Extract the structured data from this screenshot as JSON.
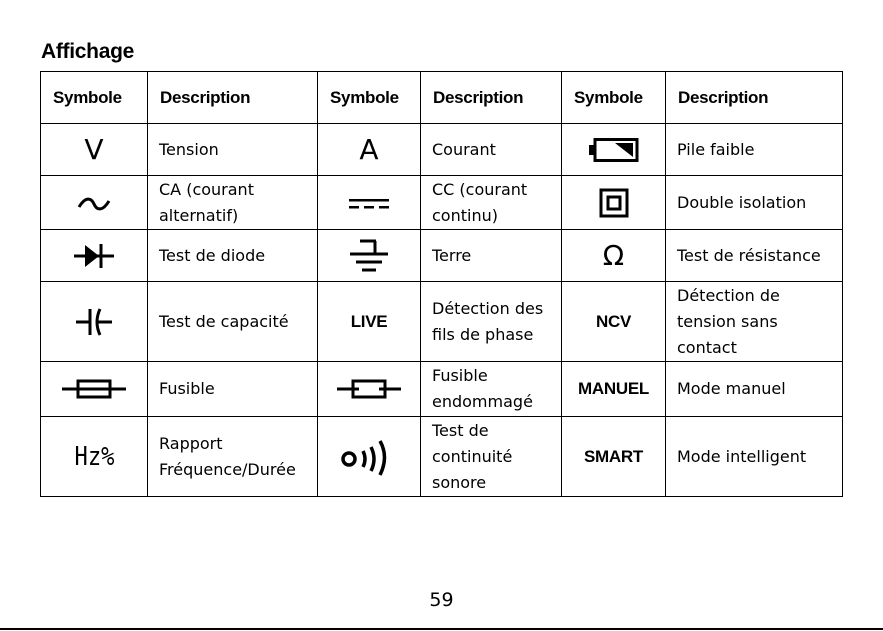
{
  "title": "Affichage",
  "headers": [
    "Symbole",
    "Description",
    "Symbole",
    "Description",
    "Symbole",
    "Description"
  ],
  "rows": [
    {
      "s1": "V",
      "d1": "Tension",
      "s2": "A",
      "d2": "Courant",
      "s3": "low-battery-icon",
      "d3": "Pile faible"
    },
    {
      "s1": "ac-wave-icon",
      "d1": "CA (courant alternatif)",
      "s2": "dc-symbol-icon",
      "d2": "CC (courant continu)",
      "s3": "double-insulation-icon",
      "d3": "Double isolation"
    },
    {
      "s1": "diode-icon",
      "d1": "Test de diode",
      "s2": "ground-icon",
      "d2": "Terre",
      "s3": "Ω",
      "d3": "Test de résistance"
    },
    {
      "s1": "capacitor-icon",
      "d1": "Test de capacité",
      "s2": "LIVE",
      "d2": "Détection des fils de phase",
      "s3": "NCV",
      "d3": "Détection de tension sans contact"
    },
    {
      "s1": "fuse-icon",
      "d1": "Fusible",
      "s2": "blown-fuse-icon",
      "d2": "Fusible endommagé",
      "s3": "MANUEL",
      "d3": "Mode manuel"
    },
    {
      "s1": "Hz%",
      "d1": "Rapport Fréquence/Durée",
      "s2": "continuity-icon",
      "d2": "Test de continuité sonore",
      "s3": "SMART",
      "d3": "Mode intelligent"
    }
  ],
  "page_number": "59"
}
